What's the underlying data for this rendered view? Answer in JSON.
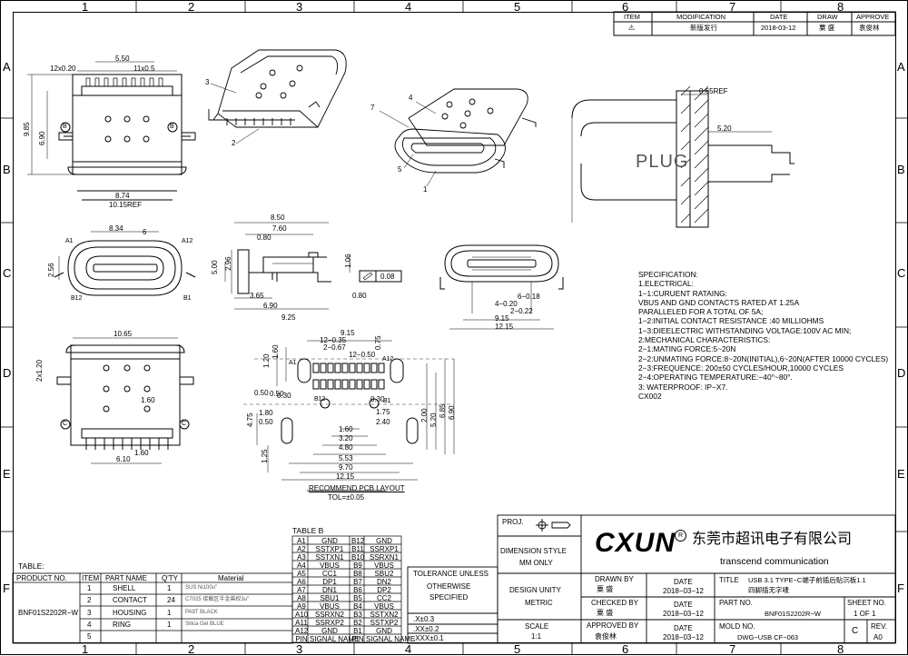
{
  "grid": {
    "cols": [
      "1",
      "2",
      "3",
      "4",
      "5",
      "6",
      "7",
      "8"
    ],
    "rows": [
      "A",
      "B",
      "C",
      "D",
      "E",
      "F"
    ]
  },
  "revision": {
    "headers": [
      "ITEM",
      "MODIFICATION",
      "DATE",
      "DRAW",
      "APPROVE"
    ],
    "row": {
      "item": "⚠",
      "modification": "新版发行",
      "date": "2018-03-12",
      "draw": "粟 盛",
      "approve": "袁俊林"
    }
  },
  "callouts": [
    "1",
    "2",
    "3",
    "4",
    "5",
    "6",
    "7"
  ],
  "labels": {
    "plug": "PLUG",
    "recommend_pcb": "RECOMMEND PCB LAYOUT",
    "tol": "TOL=±0.05",
    "table_b": "TABLE B",
    "table": "TABLE:",
    "flat": "0.08",
    "pin_a1": "A1",
    "pin_a12": "A12",
    "pin_b1": "B1",
    "pin_b12": "B12",
    "circ_b": "B",
    "circ_c": "C"
  },
  "dims": {
    "top_view": [
      "12x0.20",
      "5.50",
      "11x0.5",
      "9.85",
      "6.90",
      "8.74",
      "10.15REF"
    ],
    "front_view": [
      "8.34",
      "2.56",
      "A1",
      "A12"
    ],
    "side_view": [
      "8.50",
      "7.60",
      "0.80",
      "2.96",
      "5.00",
      "1.06",
      "3.65",
      "0.80",
      "6.90",
      "9.25"
    ],
    "front_panel": [
      "0.65REF",
      "5.20"
    ],
    "iso_front": [
      "6",
      "0.18",
      "4",
      "0.20",
      "2",
      "0.22",
      "9.15",
      "12.15"
    ],
    "bottom_view": [
      "10.65",
      "2x1.20",
      "1.60",
      "1.60",
      "6.10"
    ],
    "pcb": [
      "9.15",
      "12",
      "0.35",
      "2",
      "0.67",
      "12",
      "0.50",
      "0.75",
      "1.20",
      "1.60",
      "0.50",
      "0.30",
      "1.75",
      "2.40",
      "4.75",
      "1.80",
      "0.50",
      "1.60",
      "3.20",
      "4.80",
      "5.53",
      "9.70",
      "12.15",
      "2.00",
      "5.20",
      "6.85",
      "6.90",
      "1.25",
      "0.30",
      "0.50"
    ],
    "pcb_pins": [
      "A1",
      "B12",
      "A12",
      "B1"
    ]
  },
  "specification": [
    "SPECIFICATION:",
    "1.ELECTRICAL:",
    "1−1:CURUENT RATAING:",
    "     VBUS AND GND CONTACTS RATED AT 1.25A",
    "     PARALLELED FOR A TOTAL OF 5A;",
    "1−2:INITIAL CONTACT RESISTANCE :40 MILLIOHMS",
    "1−3:DIEELECTRIC WITHSTANDING VOLTAGE:100V AC MIN;",
    "2:MECHANICAL CHARACTERISTICS:",
    "2−1:MATING FORCE:5~20N",
    "2−2:UNMATING FORCE:8~20N(INITIAL),6~20N(AFTER 10000 CYCLES)",
    "2−3:FREQUENCE: 200±50 CYCLES/HOUR,10000 CYCLES",
    "2−4:OPERATING TEMPERATURE:−40°~80°.",
    "3: WATERPROOF: IP−X7.",
    "CX002"
  ],
  "table_b": {
    "rows": [
      [
        "A1",
        "GND",
        "B12",
        "GND"
      ],
      [
        "A2",
        "SSTXP1",
        "B11",
        "SSRXP1"
      ],
      [
        "A3",
        "SSTXN1",
        "B10",
        "SSRXN1"
      ],
      [
        "A4",
        "VBUS",
        "B9",
        "VBUS"
      ],
      [
        "A5",
        "CC1",
        "B8",
        "SBU2"
      ],
      [
        "A6",
        "DP1",
        "B7",
        "DN2"
      ],
      [
        "A7",
        "DN1",
        "B6",
        "DP2"
      ],
      [
        "A8",
        "SBU1",
        "B5",
        "CC2"
      ],
      [
        "A9",
        "VBUS",
        "B4",
        "VBUS"
      ],
      [
        "A10",
        "SSRXN2",
        "B3",
        "SSTXN2"
      ],
      [
        "A11",
        "SSRXP2",
        "B2",
        "SSTXP2"
      ],
      [
        "A12",
        "GND",
        "B1",
        "GND"
      ]
    ],
    "footer": [
      "PIN",
      "SIGNAL NAME",
      "PIN",
      "SIGNAL NAME"
    ]
  },
  "bom": {
    "headers": [
      "PRODUCT NO.",
      "ITEM",
      "PART NAME",
      "Q'TY",
      "Material"
    ],
    "product_no": "BNF01S2202R−W",
    "rows": [
      {
        "item": "1",
        "part": "SHELL",
        "qty": "1",
        "material": "SUS Ni100u\""
      },
      {
        "item": "2",
        "part": "CONTACT",
        "qty": "24",
        "material": "C7025  接触区半金兽权3u\""
      },
      {
        "item": "3",
        "part": "HOUSING",
        "qty": "1",
        "material": "PA9T BLACK"
      },
      {
        "item": "4",
        "part": "RING",
        "qty": "1",
        "material": "Silica Gel BLUE"
      },
      {
        "item": "5",
        "part": "",
        "qty": "",
        "material": ""
      }
    ]
  },
  "tolerance": {
    "title": [
      "TOLERANCE UNLESS",
      "OTHERWISE",
      "SPECIFIED"
    ],
    "values": [
      ".X±0.3",
      ".XX±0.2",
      ".XXX±0.1"
    ]
  },
  "title_block": {
    "proj": "PROJ.",
    "dimension_style": "DIMENSION STYLE",
    "mm_only": "MM ONLY",
    "design_unity": "DESIGN UNITY",
    "metric": "METRIC",
    "scale_label": "SCALE",
    "scale": "1:1",
    "logo": "CXUN",
    "company_cn": "东莞市超讯电子有限公司",
    "company_en": "transcend communication",
    "drawn_by": "DRAWN BY",
    "checked_by": "CHECKED BY",
    "approved_by": "APPROVED BY",
    "date_label": "DATE",
    "drawn_name": "粟 盛",
    "checked_name": "粟 盛",
    "approved_name": "袁俊林",
    "date": "2018−03−12",
    "title_label": "TITLE",
    "title_value_1": "USB 3.1 TYPE−C端子前插后贴沉板1.1",
    "title_value_2": "四脚插无字唛",
    "part_no_label": "PART NO.",
    "part_no": "BNF01S2202R−W",
    "mold_no_label": "MOLD NO.",
    "mold_no": "DWG−USB CF−063",
    "sheet_no_label": "SHEET NO.",
    "sheet": "1 OF 1",
    "size": "C",
    "rev_label": "REV.",
    "rev": "A0"
  }
}
